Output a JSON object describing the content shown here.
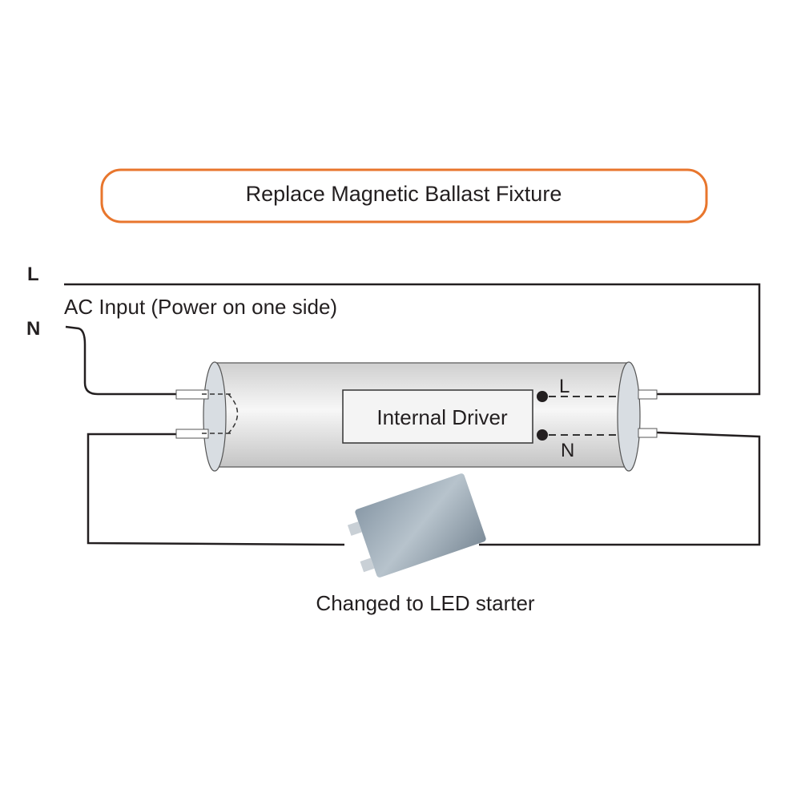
{
  "title": "Replace Magnetic Ballast Fixture",
  "labels": {
    "line": "L",
    "neutral": "N",
    "ac_input": "AC Input (Power on one side)",
    "driver": "Internal Driver",
    "driver_line": "L",
    "driver_neutral": "N",
    "starter_caption": "Changed to LED starter"
  },
  "colors": {
    "title_border": "#e8762d",
    "wire": "#231f20",
    "tube": "#d9d9d9"
  }
}
